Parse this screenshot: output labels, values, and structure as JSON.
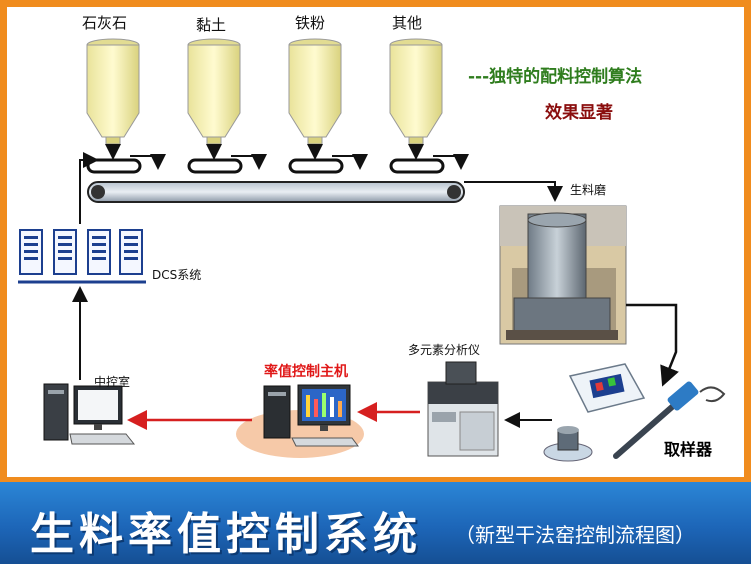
{
  "hoppers": [
    {
      "label": "石灰石"
    },
    {
      "label": "黏土"
    },
    {
      "label": "铁粉"
    },
    {
      "label": "其他"
    }
  ],
  "slogan": {
    "line1": "---独特的配料控制算法",
    "line2": "效果显著"
  },
  "nodes": {
    "mill": "生料磨",
    "dcs": "DCS系统",
    "analyzer": "多元素分析仪",
    "rate_host": "率值控制主机",
    "control_room": "中控室",
    "sampler": "取样器"
  },
  "banner": {
    "title": "生料率值控制系统",
    "subtitle": "（新型干法窑控制流程图）"
  },
  "colors": {
    "frame": "#f08c1e",
    "banner": "#1d66b8",
    "hopper": "#f7f3b5",
    "flow_red": "#d62020",
    "slogan_green": "#2f7d1e",
    "slogan_red": "#8a0d0d"
  }
}
